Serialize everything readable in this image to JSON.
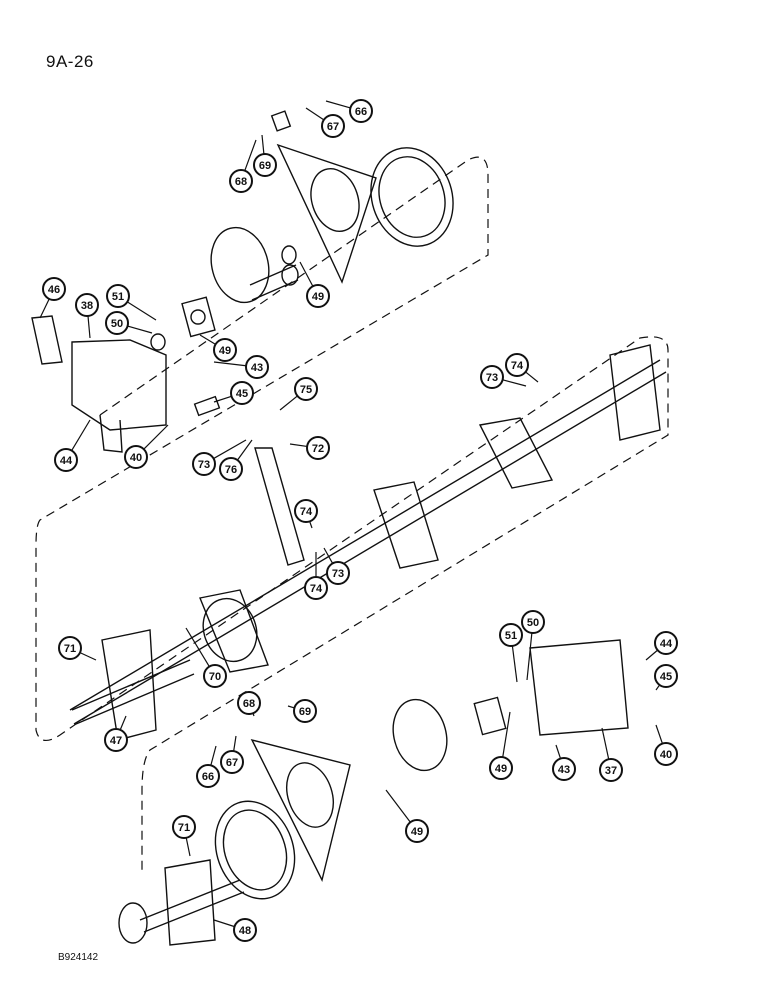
{
  "page_number": "9A-26",
  "figure_id": "B924142",
  "callouts": [
    "66",
    "67",
    "68",
    "69",
    "49",
    "46",
    "51",
    "38",
    "50",
    "49",
    "43",
    "45",
    "44",
    "40",
    "75",
    "73",
    "76",
    "72",
    "73",
    "74",
    "74",
    "73",
    "74",
    "71",
    "70",
    "47",
    "51",
    "50",
    "44",
    "45",
    "68",
    "69",
    "66",
    "67",
    "49",
    "43",
    "37",
    "40",
    "71",
    "48",
    "49"
  ],
  "colors": {
    "ink": "#111111",
    "paper": "#ffffff"
  }
}
